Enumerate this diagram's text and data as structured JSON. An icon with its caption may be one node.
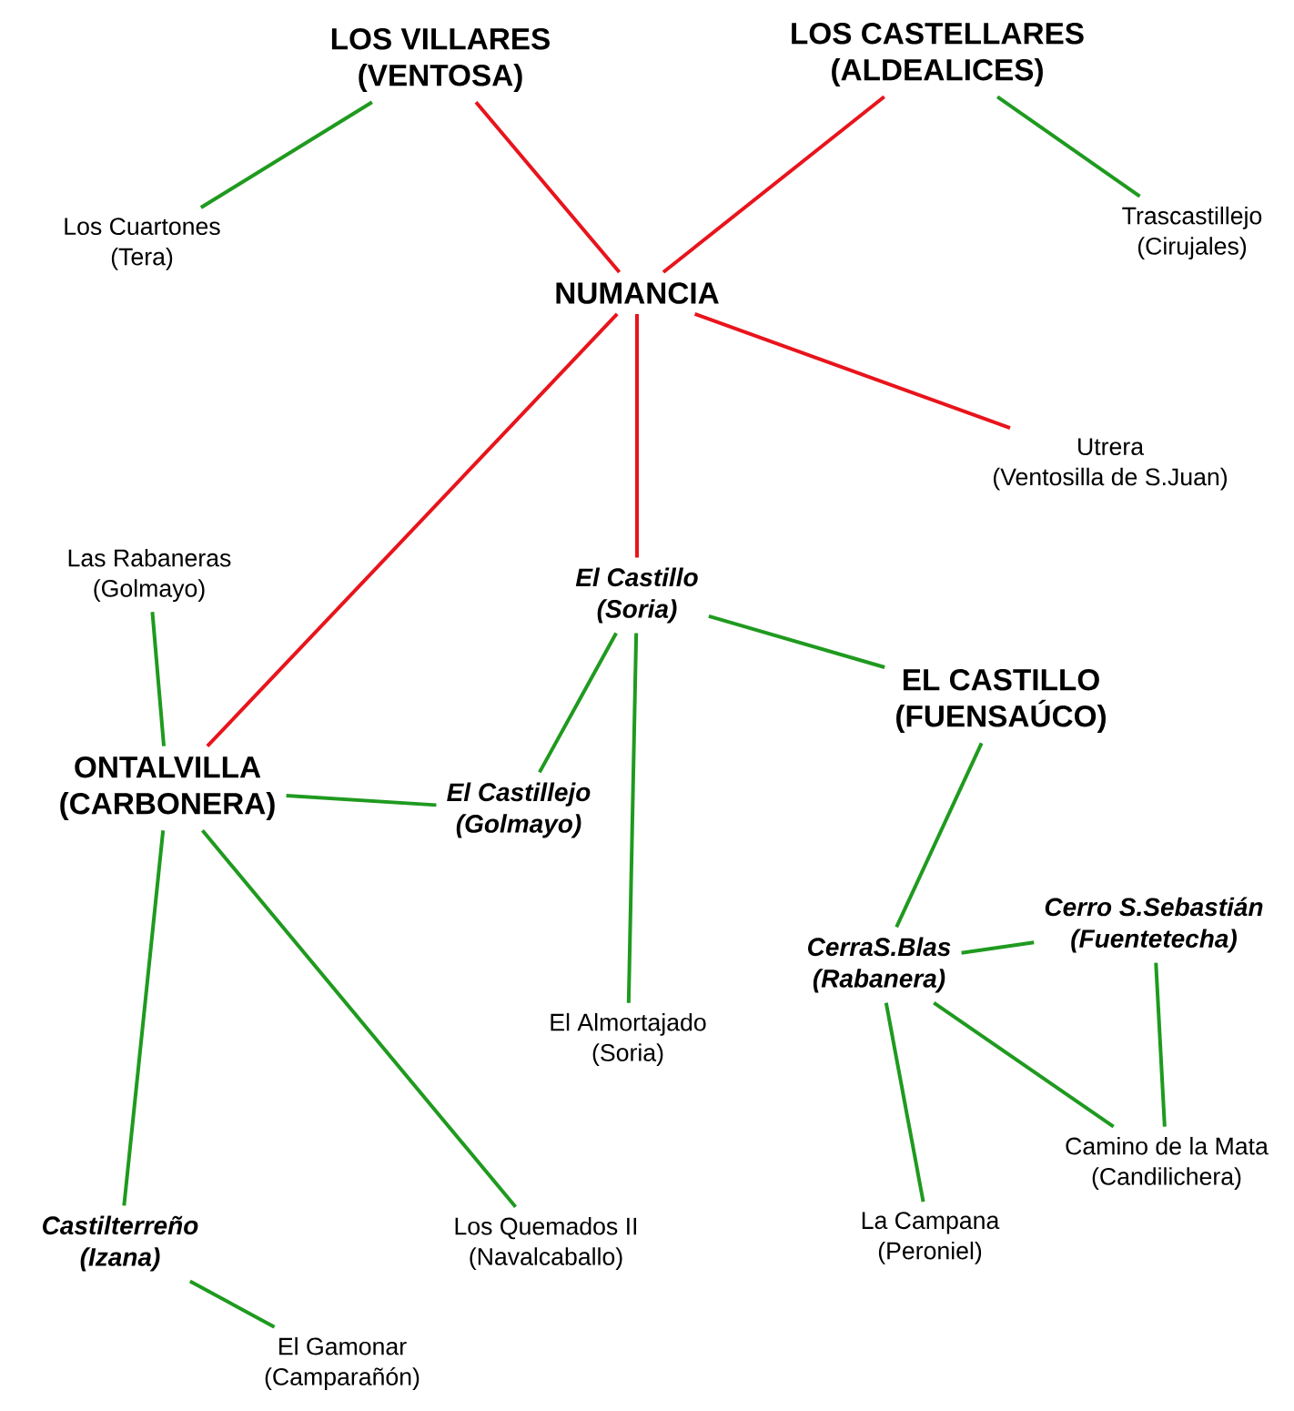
{
  "diagram": {
    "nodes": [
      {
        "text": [
          "LOS VILLARES",
          "(VENTOSA)"
        ]
      },
      {
        "text": [
          "LOS CASTELLARES",
          "(ALDEALICES)"
        ]
      },
      {
        "text": [
          "Los Cuartones",
          "(Tera)"
        ]
      },
      {
        "text": [
          "NUMANCIA"
        ]
      },
      {
        "text": [
          "Trascastillejo",
          "(Cirujales)"
        ]
      },
      {
        "text": [
          "Utrera",
          "(Ventosilla de S.Juan)"
        ]
      },
      {
        "text": [
          "Las Rabaneras",
          "(Golmayo)"
        ]
      },
      {
        "text": [
          "El Castillo",
          "(Soria)"
        ]
      },
      {
        "text": [
          "ONTALVILLA",
          "(CARBONERA)"
        ]
      },
      {
        "text": [
          "El Castillejo",
          "(Golmayo)"
        ]
      },
      {
        "text": [
          "EL CASTILLO",
          "(FUENSAÚCO)"
        ]
      },
      {
        "text": [
          "Cerro S.Sebastián",
          "(Fuentetecha)"
        ]
      },
      {
        "text": [
          "CerraS.Blas",
          "(Rabanera)"
        ]
      },
      {
        "text": [
          "El Almortajado",
          "(Soria)"
        ]
      },
      {
        "text": [
          "Camino de la Mata",
          "(Candilichera)"
        ]
      },
      {
        "text": [
          "Castilterreño",
          "(Izana)"
        ]
      },
      {
        "text": [
          "Los Quemados II",
          "(Navalcaballo)"
        ]
      },
      {
        "text": [
          "La Campana",
          "(Peroniel)"
        ]
      },
      {
        "text": [
          "El Gamonar",
          "(Camparañón)"
        ]
      }
    ],
    "edges": [
      {
        "from": 0,
        "to": 2,
        "arrow": "none"
      },
      {
        "from": 0,
        "to": 3,
        "arrow": "none",
        "color": "#e8141c"
      },
      {
        "from": 1,
        "to": 3,
        "arrow": "none",
        "color": "#e8141c"
      },
      {
        "from": 1,
        "to": 4,
        "arrow": "none"
      },
      {
        "from": 3,
        "to": 5,
        "arrow": "none",
        "color": "#e8141c"
      },
      {
        "from": 3,
        "to": 8,
        "arrow": "none",
        "color": "#e8141c"
      },
      {
        "from": 3,
        "to": 7,
        "arrow": "none",
        "color": "#e8141c"
      },
      {
        "from": 6,
        "to": 8,
        "arrow": "none"
      },
      {
        "from": 8,
        "to": 9,
        "arrow": "none"
      },
      {
        "from": 7,
        "to": 9,
        "arrow": "none"
      },
      {
        "from": 7,
        "to": 10,
        "arrow": "none"
      },
      {
        "from": 7,
        "to": 13,
        "arrow": "none"
      },
      {
        "from": 10,
        "to": 12,
        "arrow": "none"
      },
      {
        "from": 12,
        "to": 11,
        "arrow": "none"
      },
      {
        "from": 12,
        "to": 17,
        "arrow": "none"
      },
      {
        "from": 12,
        "to": 14,
        "arrow": "none"
      },
      {
        "from": 11,
        "to": 14,
        "arrow": "none"
      },
      {
        "from": 8,
        "to": 15,
        "arrow": "none"
      },
      {
        "from": 8,
        "to": 16,
        "arrow": "none"
      },
      {
        "from": 15,
        "to": 18,
        "arrow": "none"
      }
    ]
  }
}
